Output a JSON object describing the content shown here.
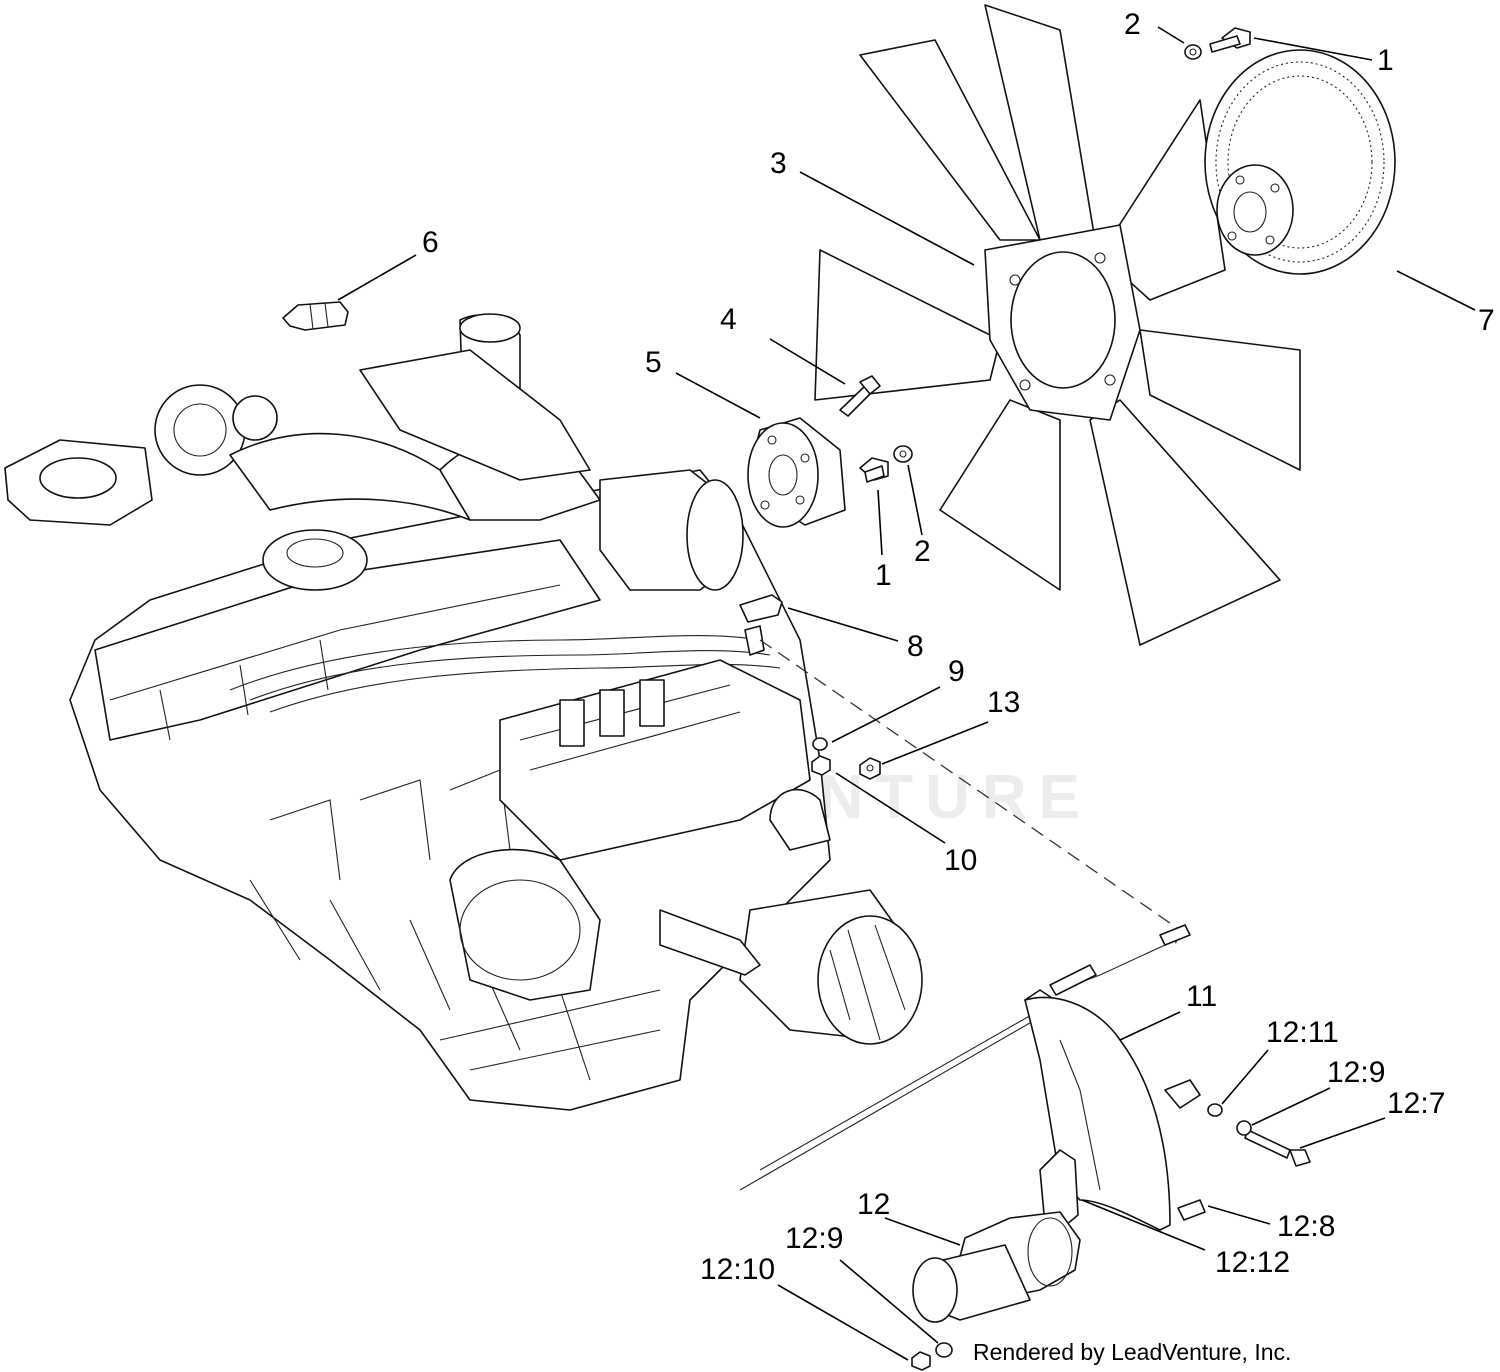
{
  "callouts": [
    {
      "id": "c1a",
      "label": "1"
    },
    {
      "id": "c2a",
      "label": "2"
    },
    {
      "id": "c3",
      "label": "3"
    },
    {
      "id": "c4",
      "label": "4"
    },
    {
      "id": "c5",
      "label": "5"
    },
    {
      "id": "c6",
      "label": "6"
    },
    {
      "id": "c7",
      "label": "7"
    },
    {
      "id": "c1b",
      "label": "1"
    },
    {
      "id": "c2b",
      "label": "2"
    },
    {
      "id": "c8",
      "label": "8"
    },
    {
      "id": "c9",
      "label": "9"
    },
    {
      "id": "c13",
      "label": "13"
    },
    {
      "id": "c10",
      "label": "10"
    },
    {
      "id": "c11",
      "label": "11"
    },
    {
      "id": "c12_11",
      "label": "12:11"
    },
    {
      "id": "c12_9a",
      "label": "12:9"
    },
    {
      "id": "c12_7",
      "label": "12:7"
    },
    {
      "id": "c12_8",
      "label": "12:8"
    },
    {
      "id": "c12_12",
      "label": "12:12"
    },
    {
      "id": "c12",
      "label": "12"
    },
    {
      "id": "c12_9b",
      "label": "12:9"
    },
    {
      "id": "c12_10",
      "label": "12:10"
    }
  ],
  "watermark": "LEADVENTURE",
  "credit": "Rendered by LeadVenture, Inc."
}
